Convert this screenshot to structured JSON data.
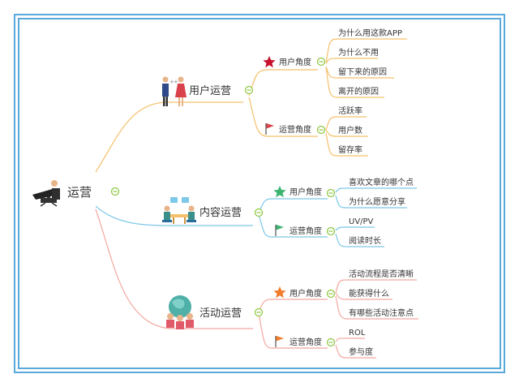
{
  "root": {
    "label": "运营"
  },
  "branches": [
    {
      "label": "用户运营",
      "subs": [
        {
          "label": "用户角度",
          "leaves": [
            "为什么用这款APP",
            "为什么不用",
            "留下来的原因",
            "离开的原因"
          ]
        },
        {
          "label": "运营角度",
          "leaves": [
            "活跃率",
            "用户数",
            "留存率"
          ]
        }
      ]
    },
    {
      "label": "内容运营",
      "subs": [
        {
          "label": "用户角度",
          "leaves": [
            "喜欢文章的哪个点",
            "为什么愿意分享"
          ]
        },
        {
          "label": "运营角度",
          "leaves": [
            "UV/PV",
            "阅读时长"
          ]
        }
      ]
    },
    {
      "label": "活动运营",
      "subs": [
        {
          "label": "用户角度",
          "leaves": [
            "活动流程是否清晰",
            "能获得什么",
            "有哪些活动注意点"
          ]
        },
        {
          "label": "运营角度",
          "leaves": [
            "ROL",
            "参与度"
          ]
        }
      ]
    }
  ],
  "colors": {
    "frame": "#5aa9dd",
    "branch_user_ops": "#f5c06a",
    "branch_content_ops": "#7ec8e8",
    "branch_activity_ops": "#f2a8a0",
    "collapse_toggle": "#8cc63f"
  },
  "icons": {
    "root": "person-in-chair-icon",
    "user_ops": "couple-icon",
    "content_ops": "meeting-table-icon",
    "activity_ops": "globe-people-icon",
    "user_angle": "star-icon",
    "ops_angle": "flag-icon"
  }
}
